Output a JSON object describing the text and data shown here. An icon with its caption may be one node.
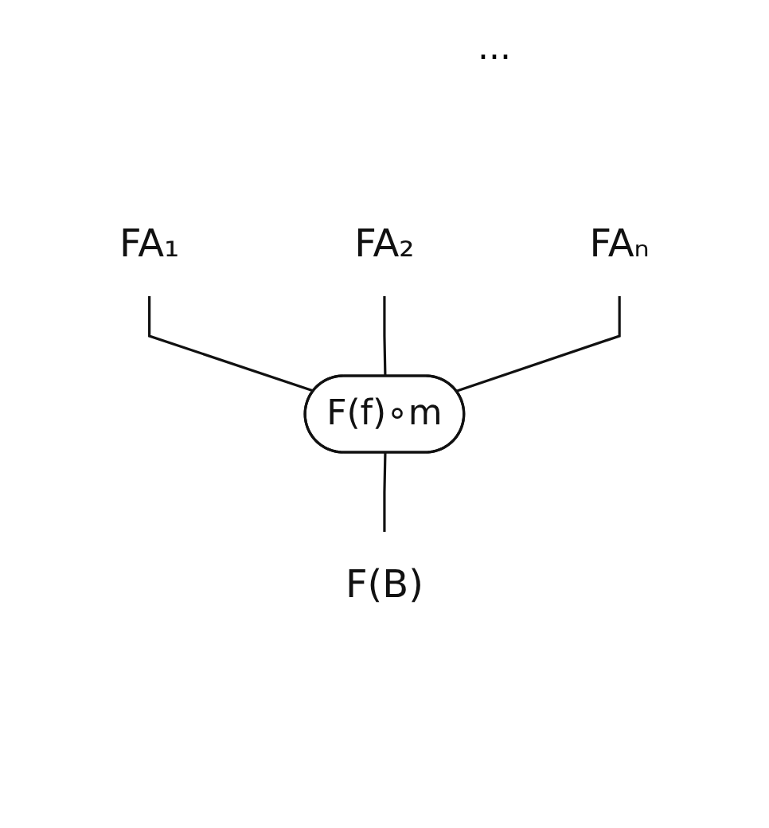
{
  "diagram": {
    "nodes": [
      {
        "text": [
          "FA₁"
        ]
      },
      {
        "text": [
          "FA₂"
        ]
      },
      {
        "text": [
          "FAₙ"
        ]
      },
      {
        "text": [
          "F(f)∘m"
        ]
      },
      {
        "text": [
          "F(B)"
        ]
      }
    ],
    "edges": [
      {
        "from": 0,
        "to": 3,
        "arrow": "none"
      },
      {
        "from": 1,
        "to": 3,
        "arrow": "none"
      },
      {
        "from": 2,
        "to": 3,
        "arrow": "none"
      },
      {
        "from": 3,
        "to": 4,
        "arrow": "none"
      }
    ],
    "labels": [
      "..."
    ]
  }
}
